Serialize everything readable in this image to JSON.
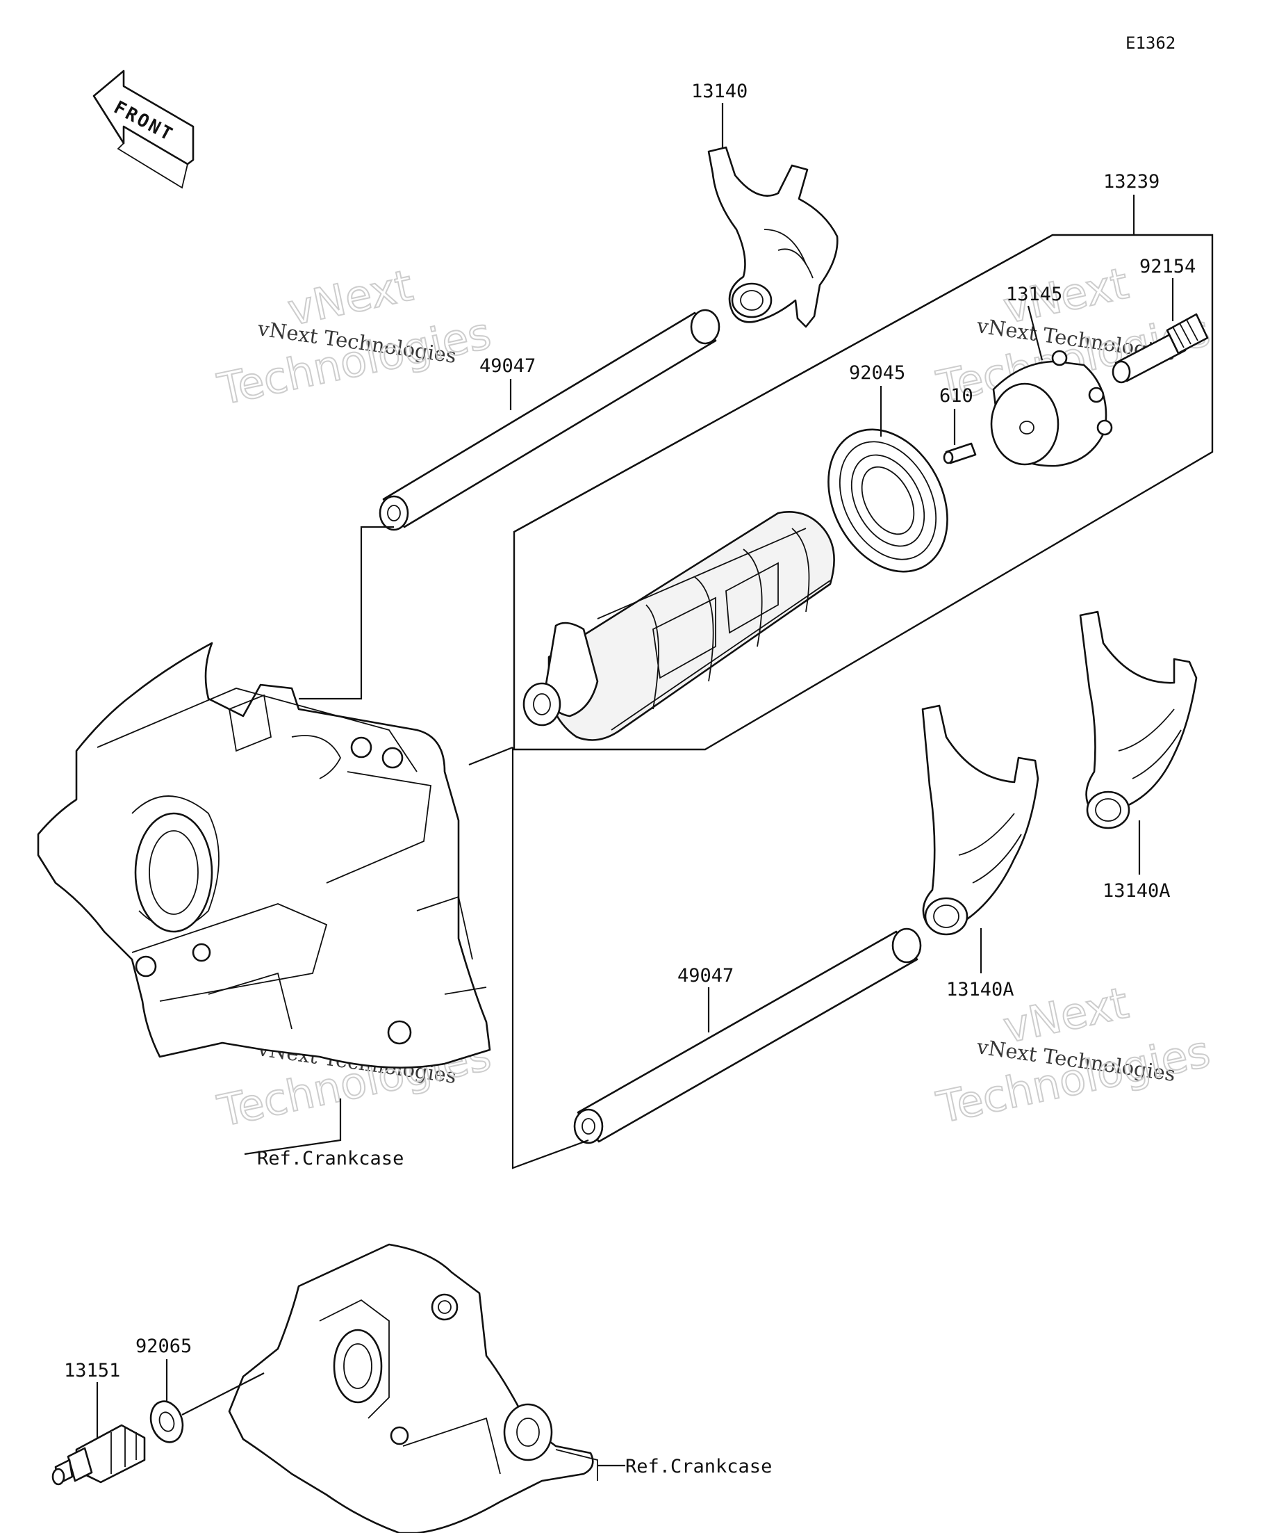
{
  "diagram_code": "E1362",
  "front_label": "FRONT",
  "parts": {
    "p13140": "13140",
    "p13239": "13239",
    "p92154": "92154",
    "p13145": "13145",
    "p49047_upper": "49047",
    "p92045": "92045",
    "p610": "610",
    "p13140A_right": "13140A",
    "p13140A_mid": "13140A",
    "p49047_lower": "49047",
    "p92065": "92065",
    "p13151": "13151"
  },
  "references": {
    "crankcase_upper": "Ref.Crankcase",
    "crankcase_lower": "Ref.Crankcase"
  },
  "watermark": {
    "line1": "vNext",
    "line2": "vNext Technologies",
    "line3": "Technologies"
  }
}
